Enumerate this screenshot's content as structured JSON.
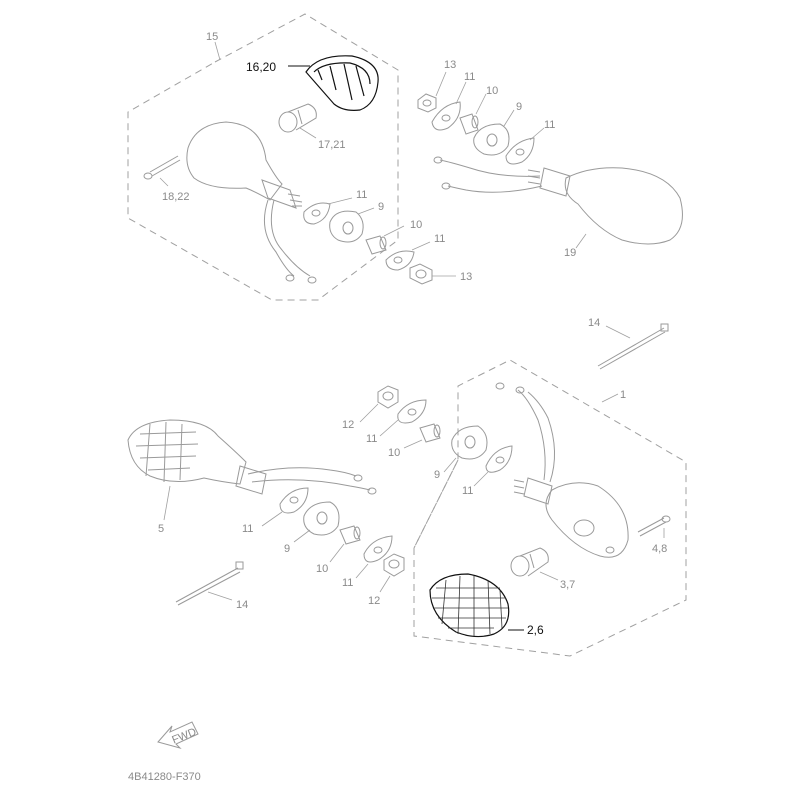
{
  "diagram": {
    "labels": {
      "l15": "15",
      "l16_20": "16,20",
      "l17_21": "17,21",
      "l18_22": "18,22",
      "l13_top": "13",
      "l11_top_a": "11",
      "l10_top": "10",
      "l9_top": "9",
      "l11_top_b": "11",
      "l19": "19",
      "l11_mid_a": "11",
      "l9_mid": "9",
      "l10_mid": "10",
      "l11_mid_b": "11",
      "l13_mid": "13",
      "l14_top": "14",
      "l1": "1",
      "l12_a": "12",
      "l11_low_a": "11",
      "l10_low_a": "10",
      "l9_low_a": "9",
      "l11_low_b": "11",
      "l5": "5",
      "l11_low_c": "11",
      "l9_low_b": "9",
      "l10_low_b": "10",
      "l11_low_d": "11",
      "l12_b": "12",
      "l4_8": "4,8",
      "l3_7": "3,7",
      "l2_6": "2,6",
      "l14_bottom": "14"
    },
    "fwd_text": "FWD",
    "diagram_code": "4B41280-F370"
  }
}
